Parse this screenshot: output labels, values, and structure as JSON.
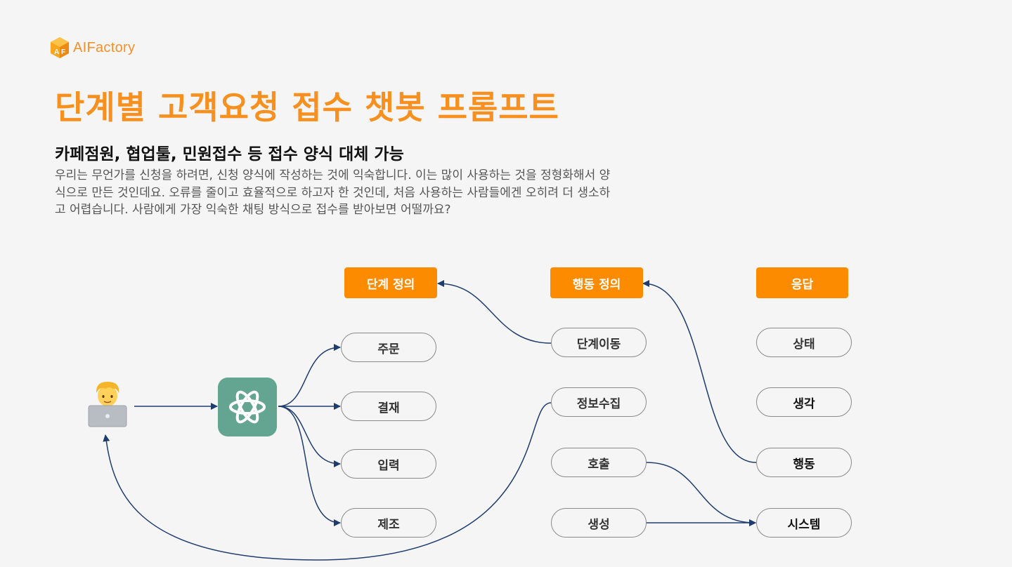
{
  "brand": {
    "name": "AIFactory",
    "logo_icon": "ai-factory-cube-logo",
    "accent": "#f7901e"
  },
  "title": "단계별 고객요청 접수 챗봇 프롬프트",
  "subtitle": "카페점원, 협업툴, 민원접수 등 접수 양식 대체 가능",
  "description": "우리는 무언가를 신청을 하려면, 신청 양식에 작성하는 것에 익숙합니다. 이는 많이 사용하는 것을 정형화해서 양식으로 만든 것인데요. 오류를 줄이고 효율적으로 하고자 한 것인데, 처음 사용하는 사람들에겐 오히려 더 생소하고 어렵습니다. 사람에게 가장 익숙한 채팅 방식으로 접수를 받아보면 어떨까요?",
  "diagram": {
    "headers": {
      "stages": "단계 정의",
      "actions": "행동 정의",
      "response": "응답"
    },
    "stages": [
      "주문",
      "결재",
      "입력",
      "제조"
    ],
    "actions": [
      "단계이동",
      "정보수집",
      "호출",
      "생성"
    ],
    "responses": [
      "상태",
      "생각",
      "행동",
      "시스템"
    ],
    "icons": {
      "user": "person-with-laptop-icon",
      "chatbot": "chatgpt-logo-icon"
    },
    "colors": {
      "header": "#fd8b00",
      "arrow": "#1f3c6e",
      "chatbot_bg": "#64a592"
    }
  }
}
